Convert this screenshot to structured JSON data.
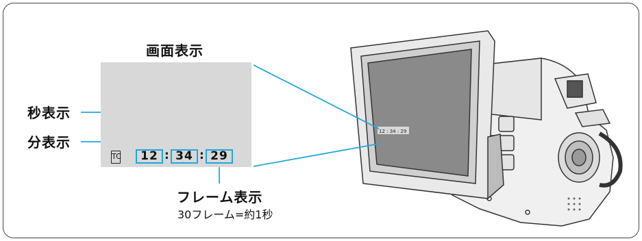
{
  "screen_title": "画面表示",
  "second_label": "秒表示",
  "minute_label": "分表示",
  "frame_label": "フレーム表示",
  "frame_note": "30フレーム=約1秒",
  "timecode": {
    "icon": "TC",
    "minutes": "12",
    "seconds": "34",
    "frames": "29",
    "sep": ":"
  },
  "lcd_timecode": "12 : 34 : 29",
  "colors": {
    "accent": "#1ea7e0",
    "screen": "#d8d8d8"
  }
}
